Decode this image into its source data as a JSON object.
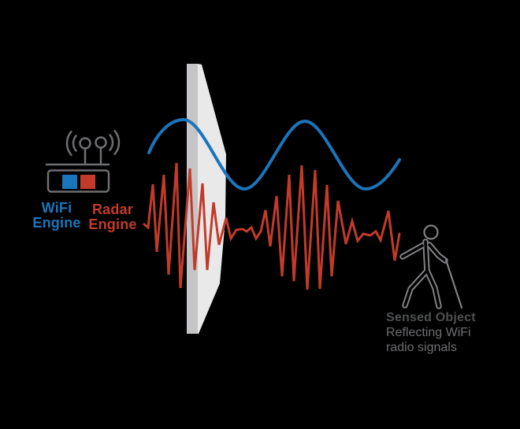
{
  "labels": {
    "wifi_engine": {
      "line1": "WiFi",
      "line2": "Engine"
    },
    "radar_engine": {
      "line1": "Radar",
      "line2": "Engine"
    },
    "sensed_object": {
      "line1": "Sensed Object",
      "line2": "Reflecting WiFi",
      "line3": "radio signals"
    }
  },
  "colors": {
    "wifi_blue": "#1b75bc",
    "radar_red": "#c23b2a",
    "wall_face": "#e9e9ea",
    "wall_edge": "#c5c5c7",
    "device_outline": "#6d6e71",
    "person_outline": "#808184",
    "label_dark": "#4f5052",
    "label_gray": "#6d6e71",
    "background": "#000000"
  },
  "icons": [
    "wifi-router-icon",
    "antenna-icon",
    "radio-waves-icon",
    "wall",
    "wifi-signal-wave",
    "radar-signal-wave",
    "walking-person-icon",
    "cane-icon"
  ]
}
